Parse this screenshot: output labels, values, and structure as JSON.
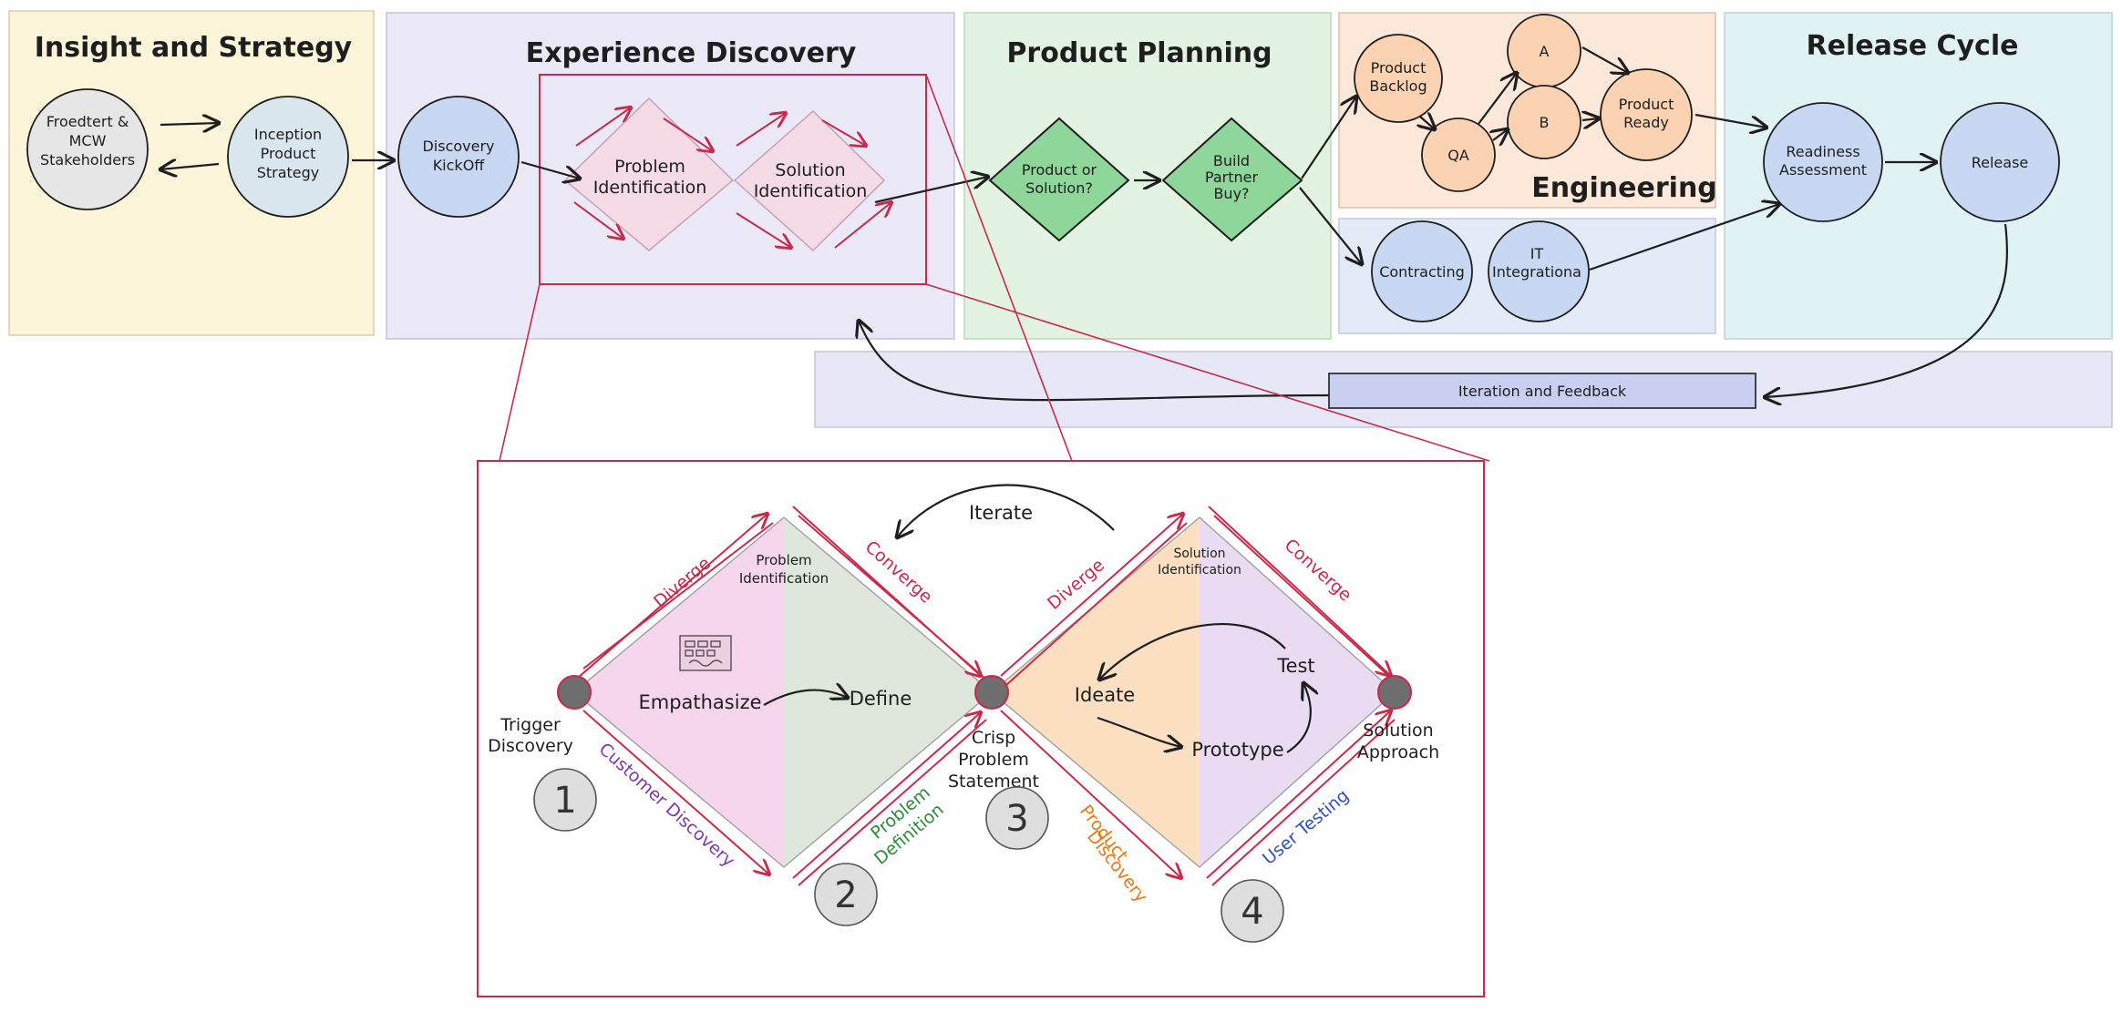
{
  "colors": {
    "insight": "#fdf5d9",
    "experience": "#e8e7f7",
    "planning": "#e2f3e2",
    "engineering": "#fde8da",
    "contracting": "#e4ebf8",
    "release": "#e0f2f4",
    "iteration": "#e6e8f7",
    "accent_red": "#c92a4a",
    "circle_blue": "#c9d8f2",
    "circle_orange": "#fbd3b2",
    "circle_gray": "#e6e6e6",
    "diamond_green": "#8fd69a",
    "diamond_pink": "#f5dbe6",
    "pink_fill": "#f6d6ec",
    "gray_green_fill": "#dfe6dc",
    "orange_fill": "#fde0c2",
    "purple_fill": "#e9dcf2"
  },
  "sections": {
    "insight": {
      "title": "Insight and Strategy"
    },
    "experience": {
      "title": "Experience Discovery"
    },
    "planning": {
      "title": "Product Planning"
    },
    "engineering": {
      "title": "Engineering"
    },
    "release": {
      "title": "Release Cycle"
    }
  },
  "nodes": {
    "stakeholders": [
      "Froedtert &",
      "MCW",
      "Stakeholders"
    ],
    "inception": [
      "Inception",
      "Product",
      "Strategy"
    ],
    "kickoff": [
      "Discovery",
      "KickOff"
    ],
    "problem_id": [
      "Problem",
      "Identification"
    ],
    "solution_id": [
      "Solution",
      "Identification"
    ],
    "product_or_solution": [
      "Product or",
      "Solution?"
    ],
    "build_partner_buy": [
      "Build",
      "Partner",
      "Buy?"
    ],
    "product_backlog": [
      "Product",
      "Backlog"
    ],
    "qa": "QA",
    "a": "A",
    "b": "B",
    "product_ready": [
      "Product",
      "Ready"
    ],
    "contracting": "Contracting",
    "it_integration": [
      "IT",
      "Integrationa"
    ],
    "readiness": [
      "Readiness",
      "Assessment"
    ],
    "release": "Release",
    "iteration_feedback": "Iteration and Feedback"
  },
  "detail": {
    "iterate": "Iterate",
    "diverge_1": "Diverge",
    "converge_1": "Converge",
    "diverge_2": "Diverge",
    "converge_2": "Converge",
    "problem_identification": [
      "Problem",
      "Identification"
    ],
    "solution_identification": [
      "Solution",
      "Identification"
    ],
    "empathasize": "Empathasize",
    "define": "Define",
    "ideate": "Ideate",
    "test": "Test",
    "prototype": "Prototype",
    "trigger_discovery": [
      "Trigger",
      "Discovery"
    ],
    "crisp_problem": [
      "Crisp",
      "Problem",
      "Statement"
    ],
    "solution_approach": [
      "Solution",
      "Approach"
    ],
    "customer_discovery": "Customer Discovery",
    "problem_definition": [
      "Problem",
      "Definition"
    ],
    "product_discovery": [
      "Product",
      "Discovery"
    ],
    "user_testing": "User Testing",
    "steps": [
      "1",
      "2",
      "3",
      "4"
    ]
  }
}
